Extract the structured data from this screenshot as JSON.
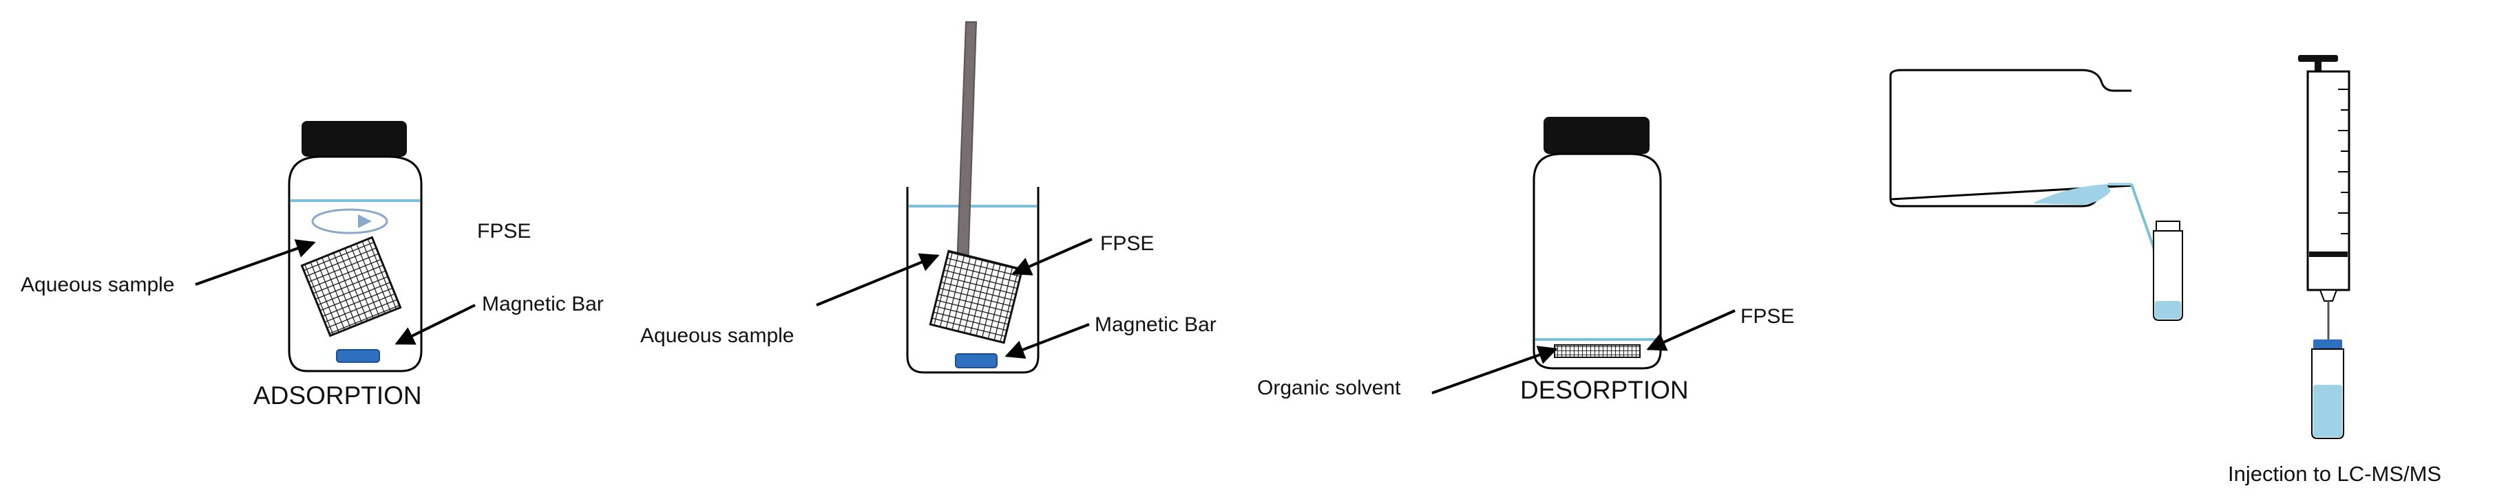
{
  "labels": {
    "adsorption_fpse": "FPSE",
    "adsorption_aqueous": "Aqueous sample",
    "adsorption_magnetic": "Magnetic Bar",
    "adsorption_caption": "ADSORPTION",
    "beaker_aqueous": "Aqueous sample",
    "beaker_fpse": "FPSE",
    "beaker_magnetic": "Magnetic Bar",
    "desorption_organic": "Organic solvent",
    "desorption_fpse": "FPSE",
    "desorption_caption": "DESORPTION",
    "injection": "Injection to LC-MS/MS"
  },
  "colors": {
    "liquid": "#9fd2e6",
    "liquid_line": "#7cc0da",
    "magnet": "#2e6fc0",
    "cap": "#111111",
    "tweezers": "#787070",
    "outline": "#000000"
  },
  "icons": {
    "mesh": "fpse-mesh-icon",
    "stir": "rotation-arrow-icon"
  }
}
